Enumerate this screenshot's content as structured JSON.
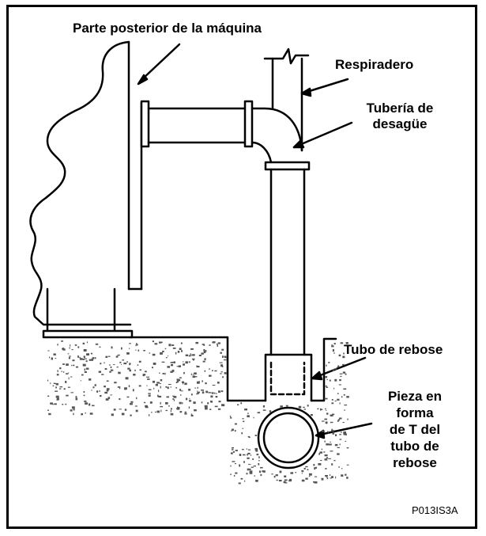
{
  "labels": {
    "machine_back": "Parte posterior de la máquina",
    "vent": "Respiradero",
    "drain_pipe_1": "Tubería de",
    "drain_pipe_2": "desagüe",
    "overflow_tube": "Tubo de rebose",
    "tee_1": "Pieza en",
    "tee_2": "forma",
    "tee_3": "de T del",
    "tee_4": "tubo de",
    "tee_5": "rebose"
  },
  "figure_code": "P013IS3A",
  "colors": {
    "line": "#000000",
    "background": "#ffffff",
    "gravel": "#555555"
  }
}
